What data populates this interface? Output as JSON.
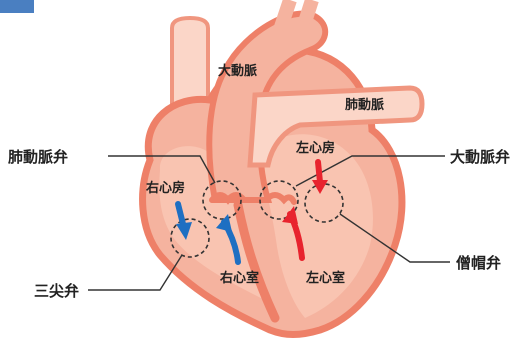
{
  "diagram": {
    "labels": {
      "aorta": "大動脈",
      "pulmonary_artery": "肺動脈",
      "left_atrium": "左心房",
      "right_atrium": "右心房",
      "right_ventricle": "右心室",
      "left_ventricle": "左心室"
    },
    "callouts": {
      "pulmonary_valve": "肺動脈弁",
      "aortic_valve": "大動脈弁",
      "tricuspid_valve": "三尖弁",
      "mitral_valve": "僧帽弁"
    },
    "colors": {
      "accent_tab": "#4a7fc1",
      "heart_outer": "#f0967f",
      "heart_light": "#fbd6c8",
      "heart_mid": "#f5b39f",
      "heart_wall": "#ee8068",
      "oxygenated_arrow": "#e8232e",
      "deoxygenated_arrow": "#1e6fc2",
      "leader_line": "#333333"
    }
  }
}
